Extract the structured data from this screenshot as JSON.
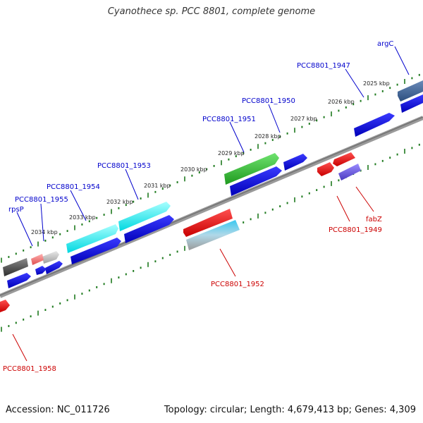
{
  "title": "Cyanothece sp. PCC 8801, complete genome",
  "footer": {
    "accession": "Accession: NC_011726",
    "topology": "Topology: circular; Length: 4,679,413 bp; Genes: 4,309"
  },
  "colors": {
    "forward_label": "#0000cc",
    "reverse_label": "#cc0000",
    "tick": "#1e7a1e",
    "backbone": "#777777"
  },
  "kbp_ticks": [
    "2025 kbp",
    "2026 kbp",
    "2027 kbp",
    "2028 kbp",
    "2029 kbp",
    "2030 kbp",
    "2031 kbp",
    "2032 kbp",
    "2033 kbp",
    "2034 kbp"
  ],
  "gene_labels_forward": [
    "argC",
    "PCC8801_1947",
    "PCC8801_1950",
    "PCC8801_1951",
    "PCC8801_1953",
    "PCC8801_1954",
    "PCC8801_1955",
    "rpsP"
  ],
  "gene_labels_reverse": [
    "fabZ",
    "PCC8801_1949",
    "PCC8801_1952",
    "PCC8801_1958"
  ]
}
